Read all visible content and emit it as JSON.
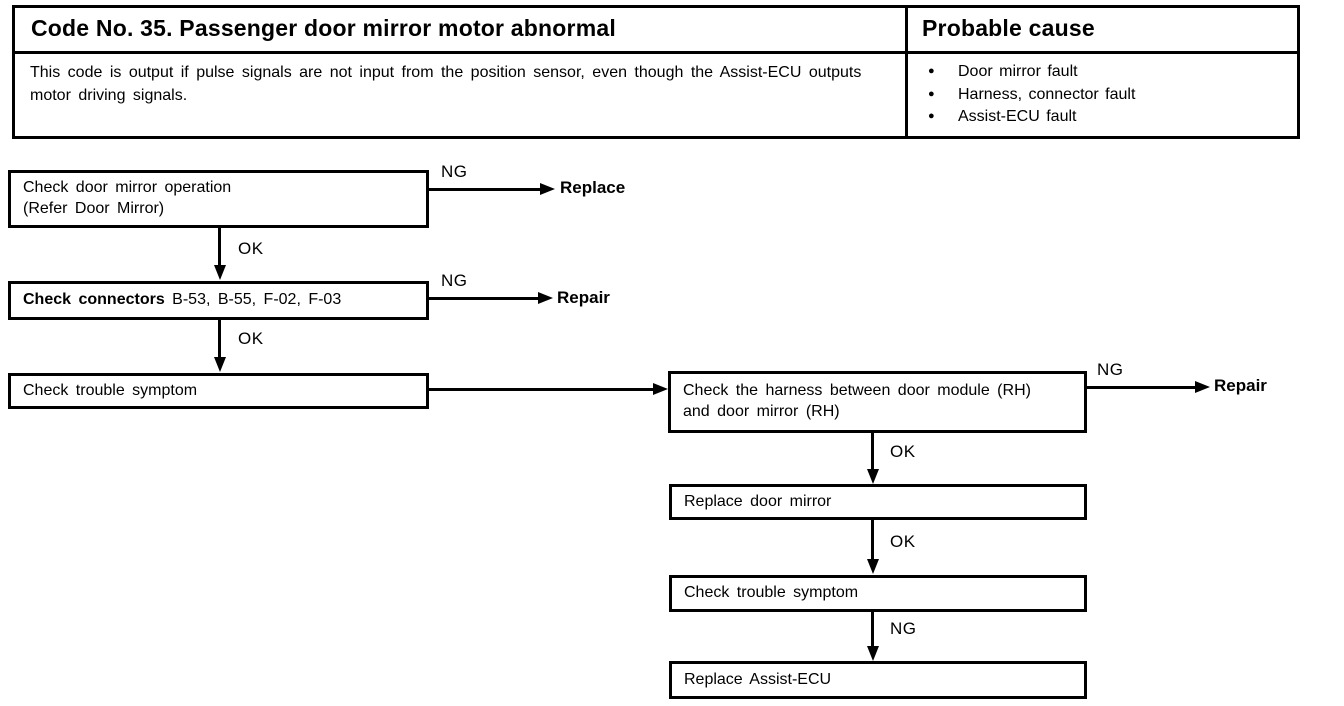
{
  "colors": {
    "ink": "#000000",
    "paper": "#ffffff"
  },
  "table": {
    "code_title": "Code No. 35. Passenger door mirror motor abnormal",
    "probable_cause_title": "Probable cause",
    "description": "This code is output if pulse signals are not input from the position sensor, even though the Assist-ECU outputs motor driving signals.",
    "causes": [
      "Door mirror fault",
      "Harness, connector fault",
      "Assist-ECU fault"
    ]
  },
  "flow": {
    "box1": {
      "line1": "Check door mirror operation",
      "line2": "(Refer Door Mirror)"
    },
    "box2": {
      "bold": "Check connectors",
      "rest": " B-53, B-55, F-02, F-03"
    },
    "box3": {
      "text": "Check trouble symptom"
    },
    "box4": {
      "line1": "Check the harness between door module (RH)",
      "line2": "and door mirror (RH)"
    },
    "box5": {
      "text": "Replace door mirror"
    },
    "box6": {
      "text": "Check trouble symptom"
    },
    "box7": {
      "text": "Replace Assist-ECU"
    },
    "labels": {
      "ng": "NG",
      "ok": "OK"
    },
    "results": [
      "Replace",
      "Repair",
      "Repair"
    ]
  }
}
